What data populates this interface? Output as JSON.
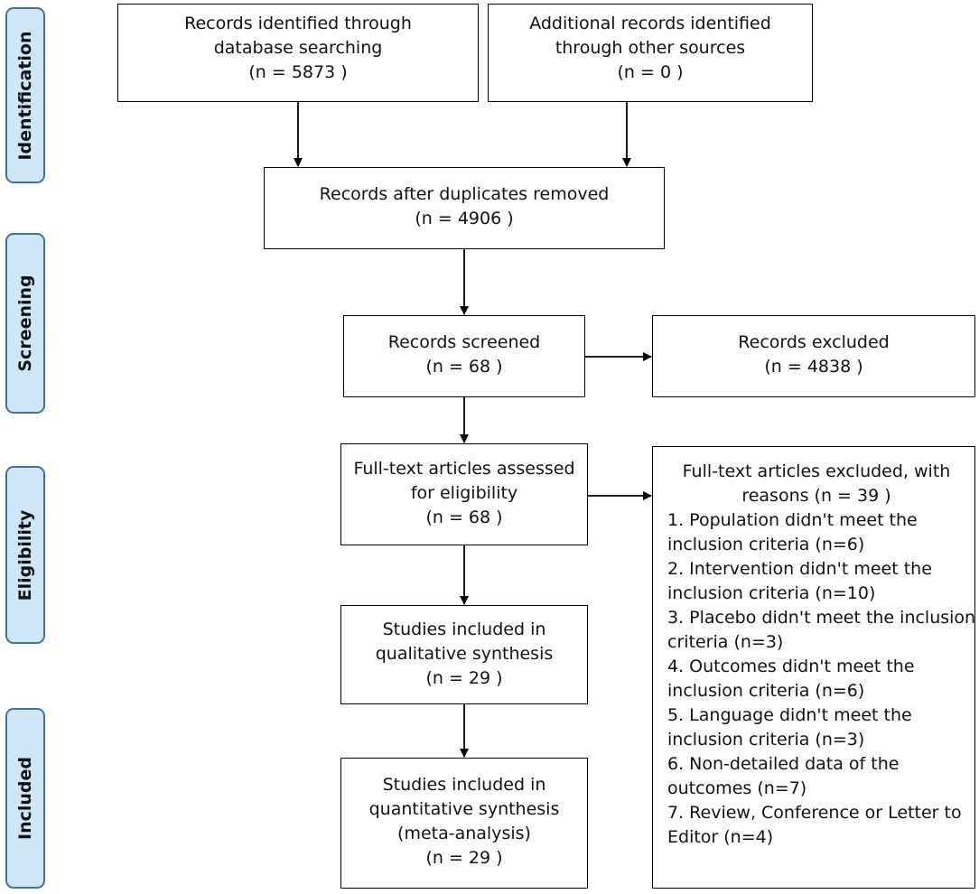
{
  "stages": {
    "identification": "Identification",
    "screening": "Screening",
    "eligibility": "Eligibility",
    "included": "Included"
  },
  "boxes": {
    "database": {
      "line1": "Records identified through",
      "line2": "database searching",
      "count": "(n = 5873 )"
    },
    "other_sources": {
      "line1": "Additional records identified",
      "line2": "through other sources",
      "count": "(n =  0 )"
    },
    "duplicates_removed": {
      "line1": "Records after duplicates removed",
      "count": "(n = 4906  )"
    },
    "screened": {
      "line1": "Records screened",
      "count": "(n = 68 )"
    },
    "excluded": {
      "line1": "Records excluded",
      "count": "(n = 4838 )"
    },
    "fulltext_assessed": {
      "line1": "Full-text articles assessed",
      "line2": "for eligibility",
      "count": "(n = 68 )"
    },
    "qualitative": {
      "line1": "Studies included in",
      "line2": "qualitative synthesis",
      "count": "(n = 29  )"
    },
    "quantitative": {
      "line1": "Studies included in",
      "line2": "quantitative synthesis",
      "line3": "(meta-analysis)",
      "count": "(n = 29 )"
    },
    "fulltext_excluded": {
      "header1": "Full-text articles excluded, with",
      "header2": "reasons (n =  39 )",
      "reasons": [
        "1. Population didn't meet the",
        "inclusion criteria (n=6)",
        "2. Intervention didn't meet the",
        "inclusion criteria (n=10)",
        "3. Placebo didn't meet the inclusion",
        "criteria (n=3)",
        "4. Outcomes didn't meet the",
        "inclusion criteria (n=6)",
        "5. Language didn't meet the",
        "inclusion criteria (n=3)",
        "6. Non-detailed data of the",
        "outcomes (n=7)",
        "7. Review, Conference or Letter to",
        "Editor (n=4)"
      ]
    }
  },
  "colors": {
    "stage_fill": "#cfe6f7",
    "stage_border": "#41719c",
    "box_border": "#000000",
    "arrow": "#000000"
  }
}
